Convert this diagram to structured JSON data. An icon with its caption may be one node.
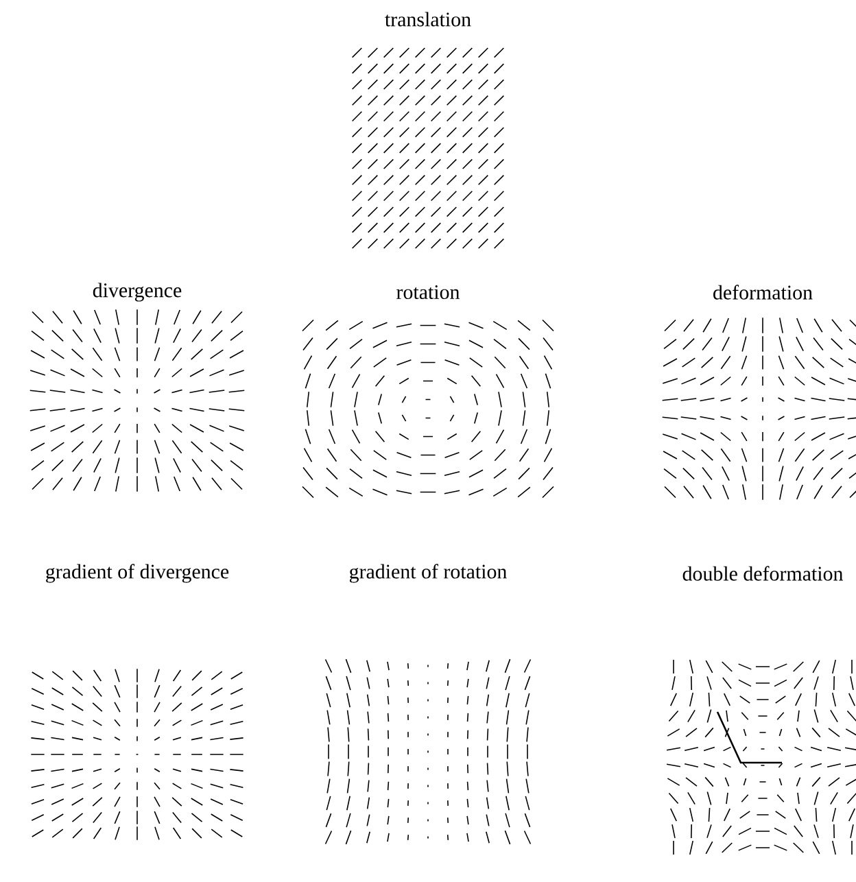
{
  "diagram": {
    "labels": [
      "translation",
      "divergence",
      "rotation",
      "deformation",
      "gradient of divergence",
      "gradient of rotation",
      "double deformation"
    ]
  }
}
